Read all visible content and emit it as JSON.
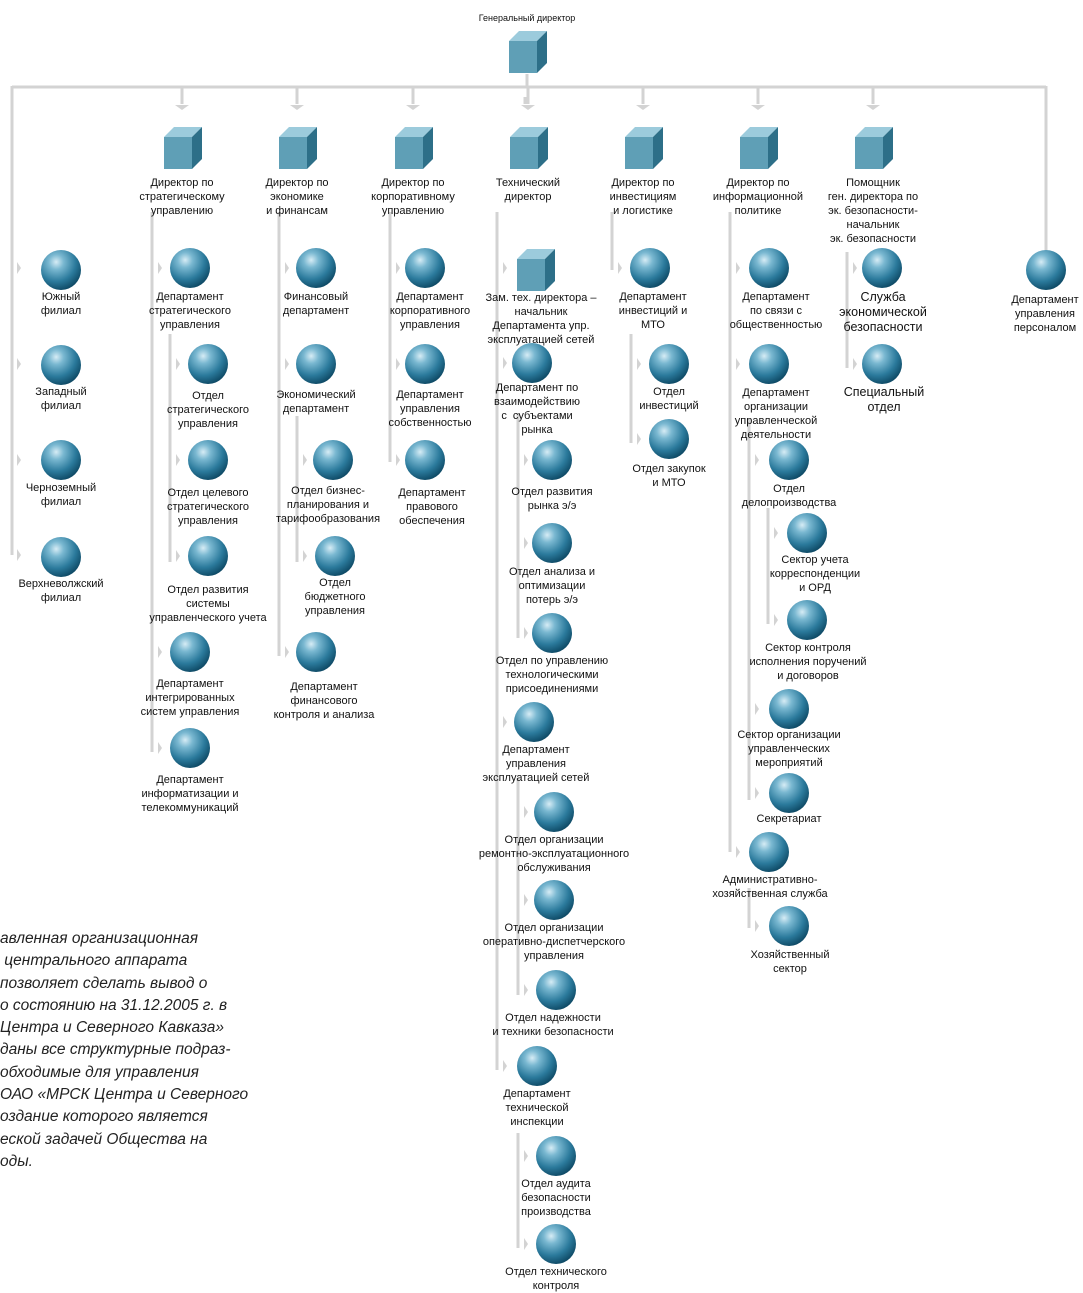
{
  "chart_title": "Генеральный директор",
  "colors": {
    "cube_front": "#5f9fb6",
    "cube_top": "#9ccbdc",
    "cube_side": "#2d6f88",
    "sphere_light": "#cfe8f3",
    "sphere_mid": "#3f8fb0",
    "sphere_dark": "#0d4a66",
    "line": "#d3d3d3"
  },
  "directors": [
    "Директор по\nстратегическому\nуправлению",
    "Директор по\nэкономике\nи финансам",
    "Директор по\nкорпоративному\nуправлению",
    "Технический\nдиректор",
    "Директор по\nинвестициям\nи логистике",
    "Директор по\nинформационной\nполитике",
    "Помощник\nген. директора по\nэк. безопасности-\nначальник\nэк. безопасности"
  ],
  "nodes": [
    "Южный\nфилиал",
    "Западный\nфилиал",
    "Черноземный\nфилиал",
    "Верхневолжский\nфилиал",
    "Департамент\nстратегического\nуправления",
    "Отдел\nстратегического\nуправления",
    "Отдел целевого\nстратегического\nуправления",
    "Отдел развития\nсистемы\nуправленческого учета",
    "Департамент\nинтегрированных\nсистем управления",
    "Департамент\nинформатизации и\nтелекоммуникаций",
    "Финансовый\nдепартамент",
    "Экономический\nдепартамент",
    "Отдел бизнес-\nпланирования и\nтарифообразования",
    "Отдел\nбюджетного\nуправления",
    "Департамент\nфинансового\nконтроля и анализа",
    "Департамент\nкорпоративного\nуправления",
    "Департамент\nуправления\nсобственностью",
    "Департамент\nправового\nобеспечения",
    "Зам. тех. директора –\nначальник\nДепартамента упр.\nэксплуатацией сетей",
    "Департамент по\nвзаимодействию\nс  субъектами\nрынка",
    "Отдел развития\nрынка э/э",
    "Отдел анализа и\nоптимизации\nпотерь э/э",
    "Отдел по управлению\nтехнологическими\nприсоединениями",
    "Департамент\nуправления\nэксплуатацией сетей",
    "Отдел организации\nремонтно-эксплуатационного\nобслуживания",
    "Отдел организации\nоперативно-диспетчерского\nуправления",
    "Отдел надежности\nи техники безопасности",
    "Департамент\nтехнической\nинспекции",
    "Отдел аудита\nбезопасности\nпроизводства",
    "Отдел технического\nконтроля",
    "Департамент\nинвестиций и\nМТО",
    "Отдел\nинвестиций",
    "Отдел закупок\nи МТО",
    "Департамент\nпо связи с\nобщественностью",
    "Департамент\nорганизации\nуправленческой\nдеятельности",
    "Отдел\nделопроизводства",
    "Сектор учета\nкорреспонденции\nи ОРД",
    "Сектор контроля\nисполнения поручений\nи договоров",
    "Сектор организации\nуправленческих\nмероприятий",
    "Секретариат",
    "Административно-\nхозяйственная служба",
    "Хозяйственный\nсектор",
    "Служба\nэкономической\nбезопасности",
    "Специальный\nотдел",
    "Департамент\nуправления\nперсоналом"
  ],
  "note": "авленная организационная\n центрального аппарата\nпозволяет сделать вывод о\nо состоянию на 31.12.2005 г. в\nЦентра и Северного Кавказа»\nданы все структурные подраз-\nобходимые для управления\nОАО «МРСК Центра и Северного\nоздание которого является\nеской задачей Общества на\nоды."
}
